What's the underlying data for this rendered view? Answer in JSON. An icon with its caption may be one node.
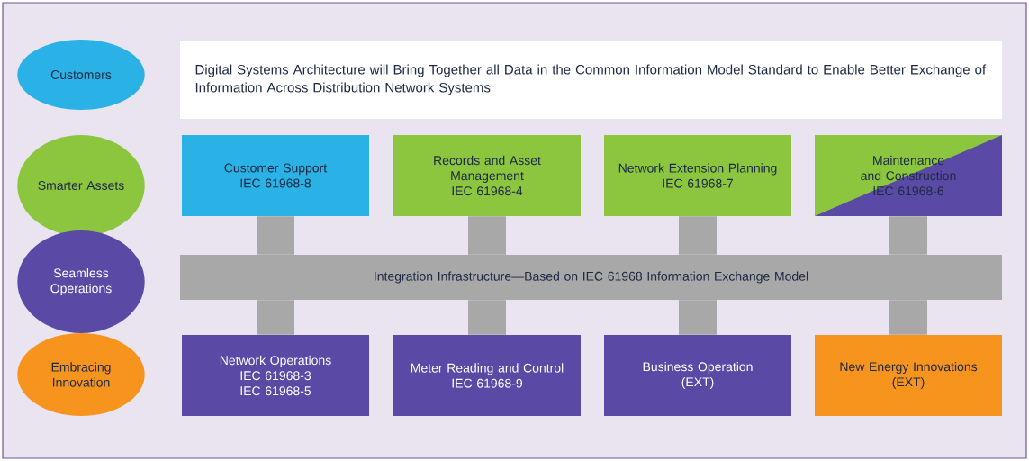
{
  "diagram": {
    "nodes": [
      {
        "text": [
          "Customers"
        ]
      },
      {
        "text": [
          "Smarter Assets"
        ]
      },
      {
        "text": [
          "Seamless Operations"
        ]
      },
      {
        "text": [
          "Embracing Innovation"
        ]
      },
      {
        "text": [
          "Digital Systems Architecture will Bring Together all Data in the Common Information Model Standard to Enable Better Exchange of Information Across Distribution Network Systems"
        ]
      },
      {
        "text": [
          "Customer Support",
          "IEC 61968-8"
        ]
      },
      {
        "text": [
          "Records and Asset Management",
          "IEC 61968-4"
        ]
      },
      {
        "text": [
          "Network Extension Planning",
          "IEC 61968-7"
        ]
      },
      {
        "text": [
          "Maintenance and Construction",
          "IEC 61968-6"
        ]
      },
      {
        "text": [
          "Integration Infrastructure—Based on IEC 61968 Information Exchange Model"
        ]
      },
      {
        "text": [
          "Network Operations",
          "IEC 61968-3",
          "IEC 61968-5"
        ]
      },
      {
        "text": [
          "Meter Reading and Control",
          "IEC 61968-9"
        ]
      },
      {
        "text": [
          "Business Operation",
          "(EXT)"
        ]
      },
      {
        "text": [
          "New Energy Innovations",
          "(EXT)"
        ]
      }
    ],
    "edges": [
      {
        "from": 5,
        "to": 9,
        "arrow": "none"
      },
      {
        "from": 6,
        "to": 9,
        "arrow": "none"
      },
      {
        "from": 7,
        "to": 9,
        "arrow": "none"
      },
      {
        "from": 8,
        "to": 9,
        "arrow": "none"
      },
      {
        "from": 9,
        "to": 10,
        "arrow": "none"
      },
      {
        "from": 9,
        "to": 11,
        "arrow": "none"
      },
      {
        "from": 9,
        "to": 12,
        "arrow": "none"
      },
      {
        "from": 9,
        "to": 13,
        "arrow": "none"
      }
    ]
  }
}
